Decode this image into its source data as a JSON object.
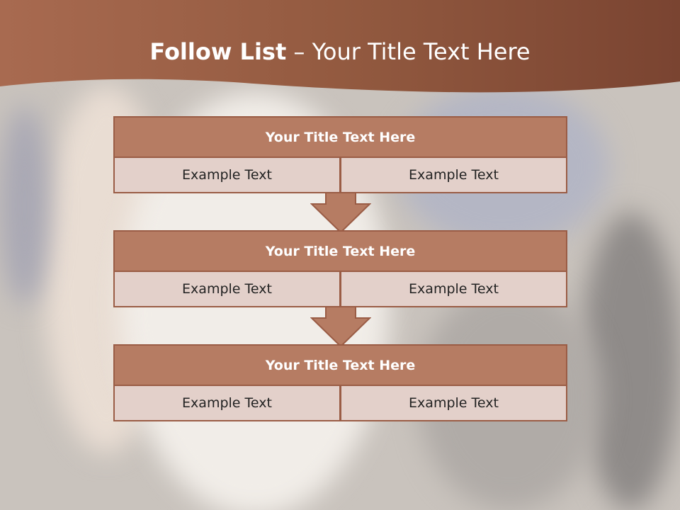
{
  "header": {
    "title_bold": "Follow List",
    "title_rest": " – Your Title Text Here"
  },
  "steps": [
    {
      "title": "Your Title Text Here",
      "left": "Example Text",
      "right": "Example Text"
    },
    {
      "title": "Your Title Text Here",
      "left": "Example Text",
      "right": "Example Text"
    },
    {
      "title": "Your Title Text Here",
      "left": "Example Text",
      "right": "Example Text"
    }
  ],
  "colors": {
    "header_band": "#a3664c",
    "step_title_fill": "#b67c63",
    "step_border": "#9a5c45",
    "cell_fill": "#e3d0ca"
  }
}
